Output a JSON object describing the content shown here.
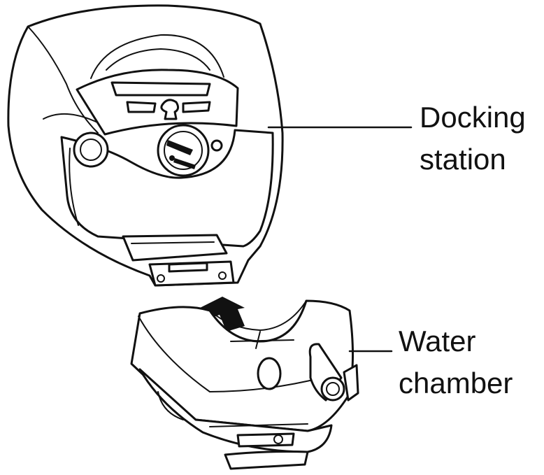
{
  "labels": {
    "docking_station": {
      "line1": "Docking",
      "line2": "station"
    },
    "water_chamber": {
      "line1": "Water",
      "line2": "chamber"
    }
  },
  "colors": {
    "ink": "#111111",
    "background": "#ffffff"
  },
  "icons": {
    "direction": "arrow-up-icon"
  }
}
